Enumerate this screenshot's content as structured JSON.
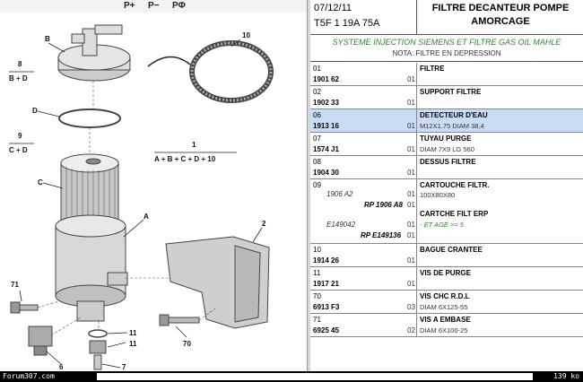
{
  "toolbar": {
    "zoom_in": "P+",
    "zoom_out": "P−",
    "zoom_fit": "PΦ"
  },
  "diagram": {
    "labels": {
      "l10": "10",
      "l8": "8",
      "l8sub": "B + D",
      "lB": "B",
      "lD": "D",
      "l9": "9",
      "l9sub": "C + D",
      "l1": "1",
      "l1sub": "A + B + C + D + 10",
      "lC": "C",
      "lA": "A",
      "l2": "2",
      "l71": "71",
      "l70": "70",
      "l11": "11",
      "l6": "6",
      "l7": "7"
    }
  },
  "header": {
    "date": "07/12/11",
    "code": "T5F 1 19A 75A",
    "title_line1": "FILTRE DECANTEUR POMPE",
    "title_line2": "AMORCAGE"
  },
  "system": {
    "title": "SYSTEME INJECTION SIEMENS ET FILTRE GAS OIL MAHLE",
    "subtitle": "NOTA: FILTRE EN DEPRESSION"
  },
  "rows": [
    {
      "pos": "01",
      "ref": "1901 62",
      "qty": "01",
      "desc": "FILTRE",
      "desc2": ""
    },
    {
      "pos": "02",
      "ref": "1902 33",
      "qty": "01",
      "desc": "SUPPORT FILTRE",
      "desc2": ""
    },
    {
      "pos": "06",
      "ref": "1913 16",
      "qty": "01",
      "desc": "DETECTEUR D'EAU",
      "desc2": "M12X1.75 DIAM 38,4"
    },
    {
      "pos": "07",
      "ref": "1574 J1",
      "qty": "01",
      "desc": "TUYAU PURGE",
      "desc2": "DIAM 7X9 LG 560"
    },
    {
      "pos": "08",
      "ref": "1904 30",
      "qty": "01",
      "desc": "DESSUS FILTRE",
      "desc2": ""
    }
  ],
  "row09": {
    "pos": "09",
    "ref1": "1906 A2",
    "qty1": "01",
    "desc1": "CARTOUCHE FILTR.",
    "desc1b": "100X80X80",
    "ref1b": "RP 1906 A8",
    "qty1b": "01",
    "ref2": "E149042",
    "qty2": "01",
    "desc2": "CARTCHE FILT ERP",
    "note2": "- ET AGE >= 5",
    "ref2b": "RP E149136",
    "qty2b": "01"
  },
  "rows2": [
    {
      "pos": "10",
      "ref": "1914 26",
      "qty": "01",
      "desc": "BAGUE CRANTEE",
      "desc2": ""
    },
    {
      "pos": "11",
      "ref": "1917 21",
      "qty": "01",
      "desc": "VIS DE PURGE",
      "desc2": ""
    },
    {
      "pos": "70",
      "ref": "6913 F3",
      "qty": "03",
      "desc": "VIS CHC R.D.L",
      "desc2": "DIAM 6X125-55"
    },
    {
      "pos": "71",
      "ref": "6925 45",
      "qty": "02",
      "desc": "VIS A EMBASE",
      "desc2": "DIAM 6X100-25"
    }
  ],
  "statusbar": {
    "left": "Forum307.com",
    "right": "139 ko"
  },
  "colors": {
    "highlight": "#c9dcf5",
    "system_title": "#2a8a2a",
    "statusbar": "#000000"
  }
}
